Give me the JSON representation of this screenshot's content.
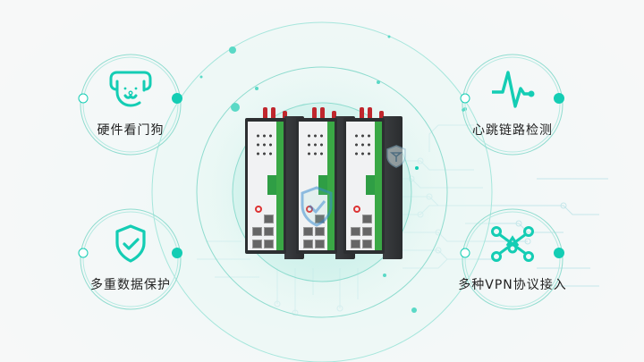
{
  "colors": {
    "accent": "#14CDB4",
    "ring": "#7fdccf",
    "label_text": "#222222",
    "antenna": "#c0272d",
    "device_green": "#3aa845",
    "device_body": "#2c2f31"
  },
  "features": [
    {
      "id": "hardware-watchdog",
      "label": "硬件看门狗",
      "icon": "dog-icon"
    },
    {
      "id": "data-protection",
      "label": "多重数据保护",
      "icon": "shield-check-icon"
    },
    {
      "id": "heartbeat-detection",
      "label": "心跳链路检测",
      "icon": "heartbeat-icon"
    },
    {
      "id": "vpn-protocols",
      "label": "多种VPN协议接入",
      "icon": "network-nodes-icon"
    }
  ],
  "product": {
    "name": "industrial-router",
    "units": 3
  }
}
